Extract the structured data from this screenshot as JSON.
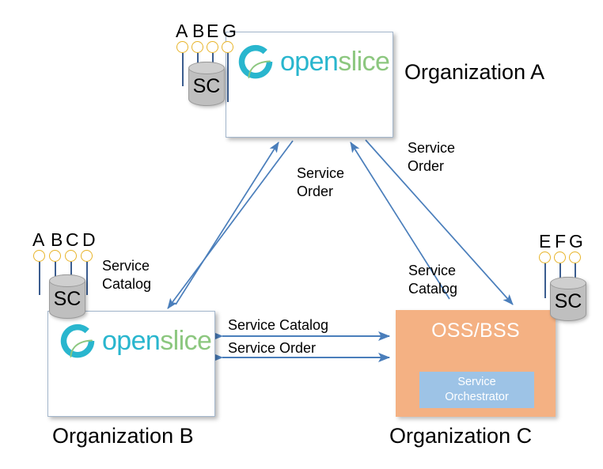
{
  "diagram": {
    "title": "OpenSlice multi-organization service catalog and order exchange",
    "colors": {
      "openslice_teal": "#29B6CE",
      "openslice_green": "#8CC77F",
      "ossbss_fill": "#F4B183",
      "orchestrator_fill": "#9DC3E6",
      "arrow_blue": "#4A7EBB",
      "circle_amber": "#E8B429",
      "cylinder_gray": "#BFBFBF",
      "box_border": "#A3B6CC"
    },
    "organizations": [
      {
        "id": "org-a",
        "caption": "Organization A",
        "logo": {
          "word_open": "open",
          "word_slice": "slice"
        },
        "catalog": {
          "cylinder_label": "SC",
          "services": [
            "A",
            "B",
            "E",
            "G"
          ]
        }
      },
      {
        "id": "org-b",
        "caption": "Organization B",
        "logo": {
          "word_open": "open",
          "word_slice": "slice"
        },
        "catalog": {
          "cylinder_label": "SC",
          "services": [
            "A",
            "B",
            "C",
            "D"
          ]
        }
      },
      {
        "id": "org-c",
        "caption": "Organization C",
        "box_title": "OSS/BSS",
        "inner_box": {
          "line1": "Service",
          "line2": "Orchestrator"
        },
        "catalog": {
          "cylinder_label": "SC",
          "services": [
            "E",
            "F",
            "G"
          ]
        }
      }
    ],
    "edge_labels": {
      "a_b_service_order": {
        "line1": "Service",
        "line2": "Order"
      },
      "a_b_service_catalog": {
        "line1": "Service",
        "line2": "Catalog"
      },
      "a_c_service_order": {
        "line1": "Service",
        "line2": "Order"
      },
      "a_c_service_catalog": {
        "line1": "Service",
        "line2": "Catalog"
      },
      "b_c_service_catalog": "Service Catalog",
      "b_c_service_order": "Service Order"
    }
  }
}
